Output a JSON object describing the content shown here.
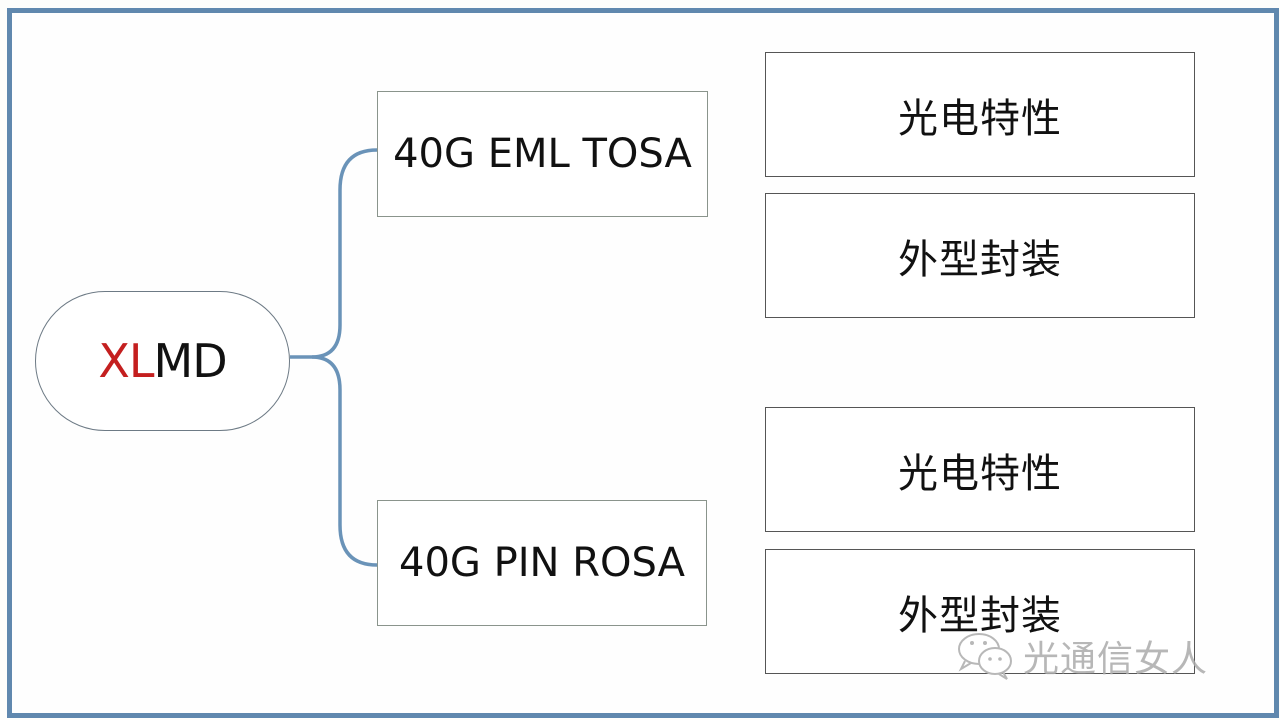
{
  "diagram": {
    "root": {
      "label_highlight": "XL",
      "label_rest": "MD",
      "highlight_color": "#c41f1f"
    },
    "branches": [
      {
        "label": "40G EML TOSA",
        "children": [
          "光电特性",
          "外型封装"
        ]
      },
      {
        "label": "40G PIN ROSA",
        "children": [
          "光电特性",
          "外型封装"
        ]
      }
    ],
    "connector_color": "#6a93b8",
    "frame_color": "#6088ae"
  },
  "watermark": {
    "icon": "wechat-icon",
    "text": "光通信女人"
  }
}
